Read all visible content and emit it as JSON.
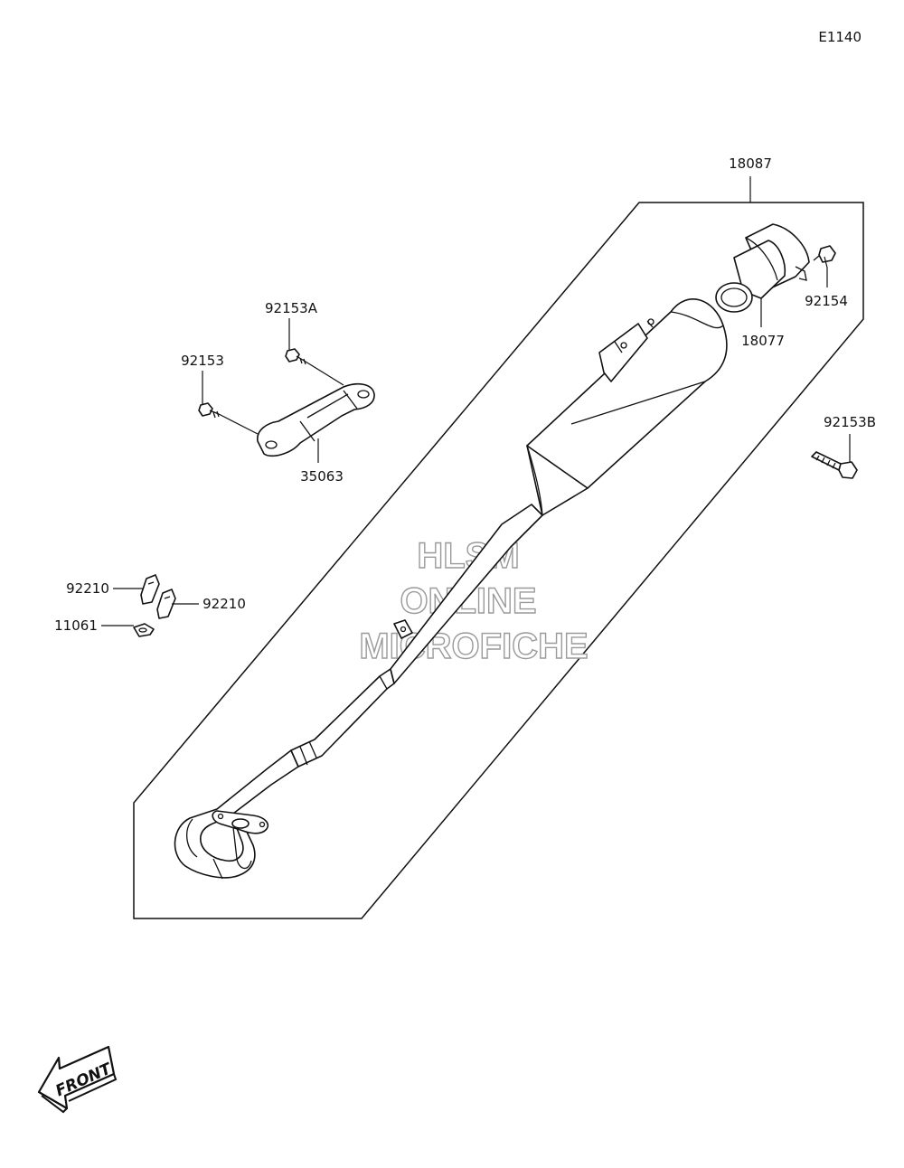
{
  "diagram_code": "E1140",
  "watermark": [
    "HLSM",
    "ONLINE",
    "MICROFICHE"
  ],
  "front_label": "FRONT",
  "parts": [
    {
      "id": "18087",
      "label": "18087"
    },
    {
      "id": "18077",
      "label": "18077"
    },
    {
      "id": "92154",
      "label": "92154"
    },
    {
      "id": "92153A",
      "label": "92153A"
    },
    {
      "id": "92153",
      "label": "92153"
    },
    {
      "id": "35063",
      "label": "35063"
    },
    {
      "id": "92153B",
      "label": "92153B"
    },
    {
      "id": "92210a",
      "label": "92210"
    },
    {
      "id": "92210b",
      "label": "92210"
    },
    {
      "id": "11061",
      "label": "11061"
    }
  ]
}
